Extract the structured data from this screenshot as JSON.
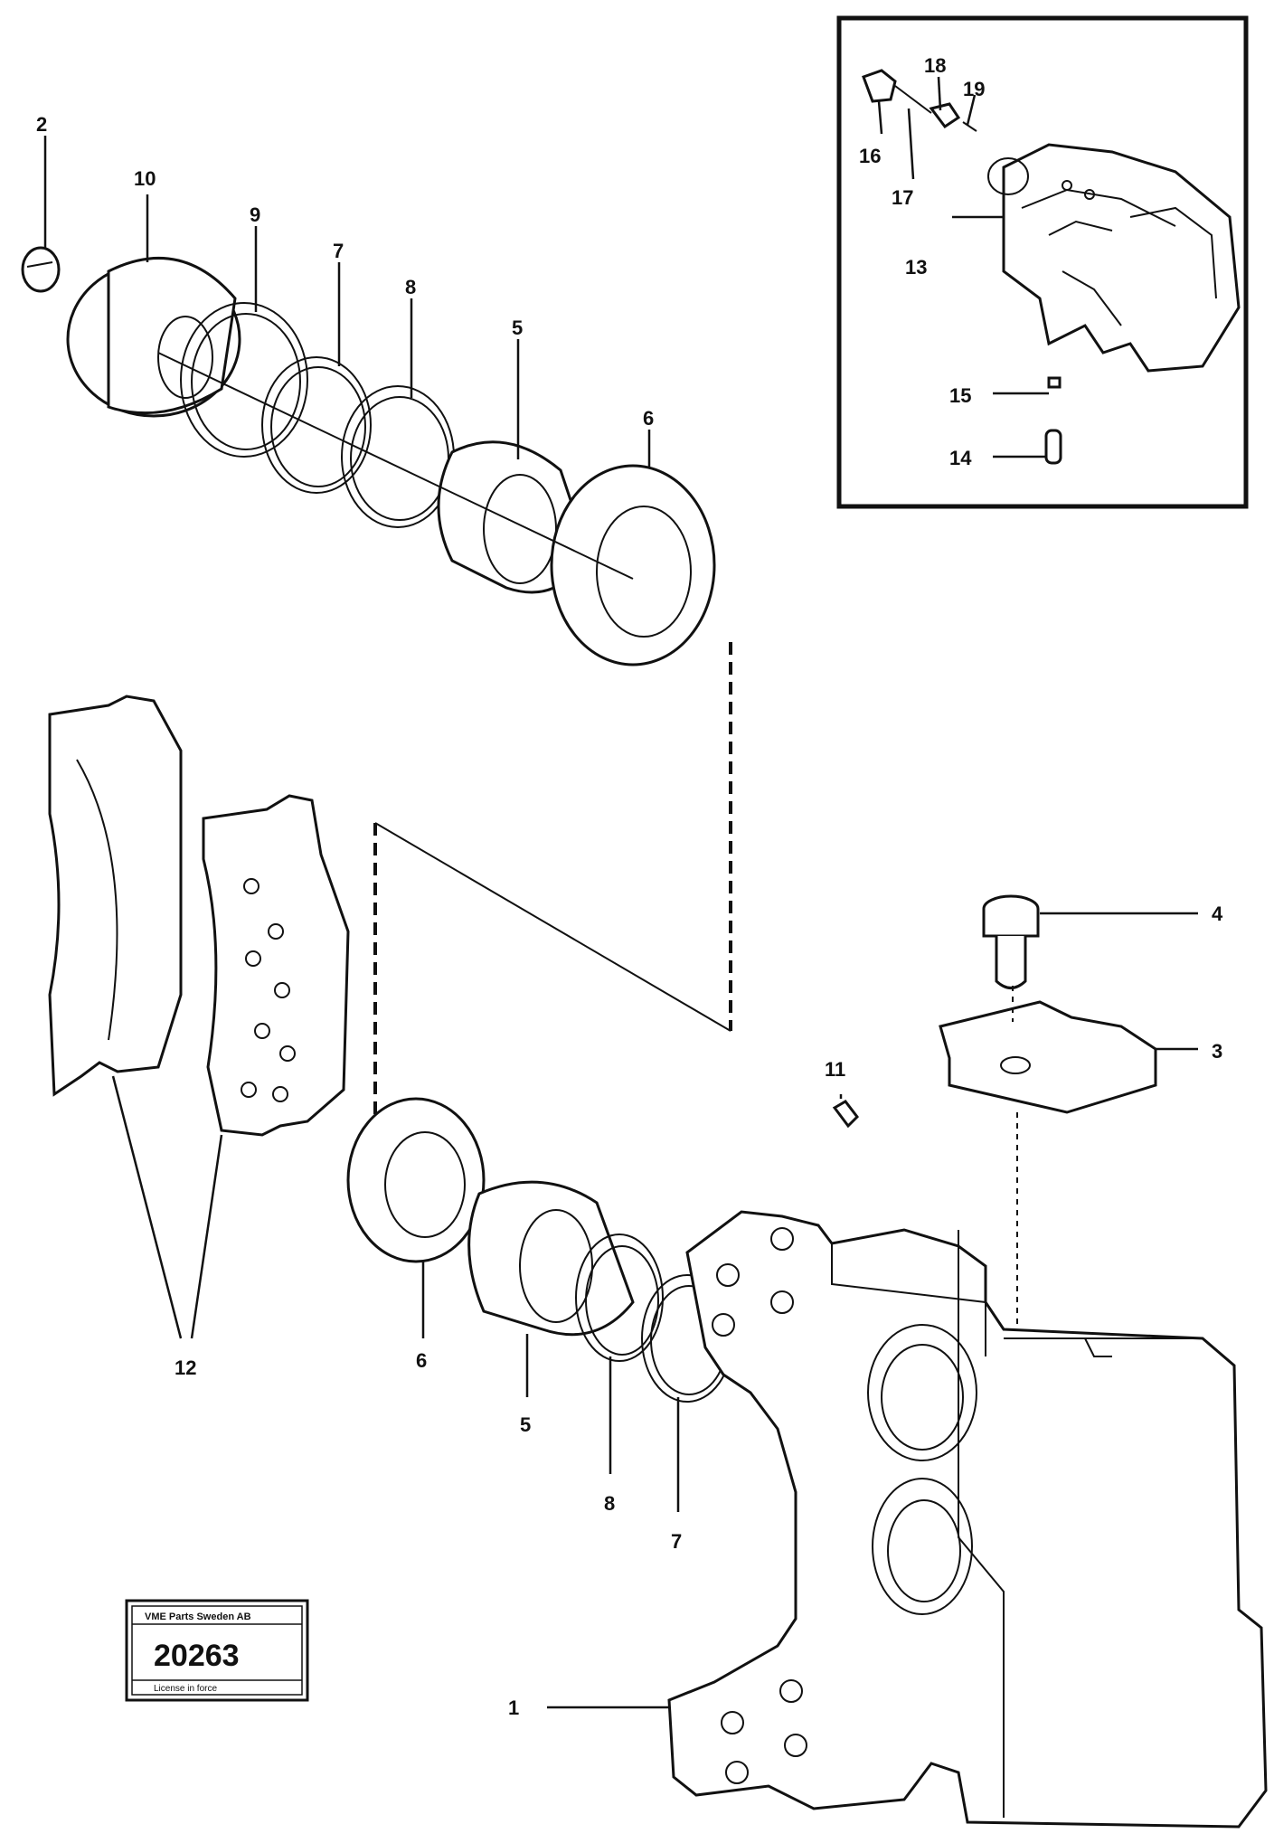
{
  "callouts": {
    "c1": "1",
    "c2": "2",
    "c3": "3",
    "c4": "4",
    "c5_top": "5",
    "c5_bottom": "5",
    "c6_top": "6",
    "c6_bottom": "6",
    "c7_top": "7",
    "c7_bottom": "7",
    "c8_top": "8",
    "c8_bottom": "8",
    "c9": "9",
    "c10": "10",
    "c11": "11",
    "c12": "12",
    "c13": "13",
    "c14": "14",
    "c15": "15",
    "c16": "16",
    "c17": "17",
    "c18": "18",
    "c19": "19"
  },
  "stamp": {
    "header": "VME Parts Sweden AB",
    "number": "20263",
    "footer": "License in force"
  }
}
